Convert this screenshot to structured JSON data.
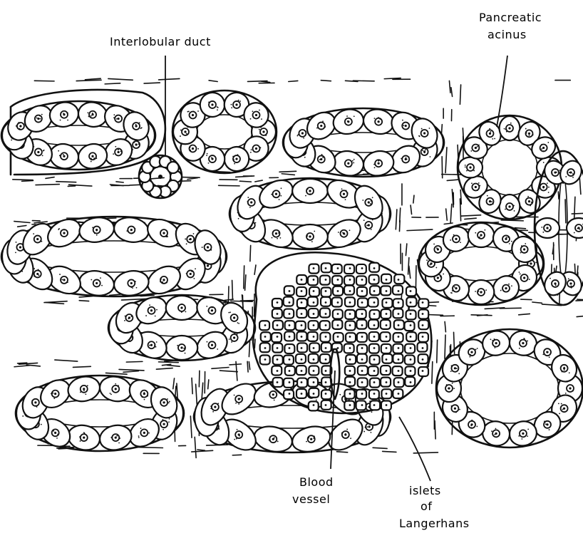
{
  "labels": {
    "interlobular_duct": "Interlobular duct",
    "pancreatic_acinus_1": "Pancreatic",
    "pancreatic_acinus_2": "acinus",
    "blood_vessel_1": "Blood",
    "blood_vessel_2": "vessel",
    "islets_1": "islets",
    "islets_2": "of",
    "islets_3": "Langerhans"
  },
  "colors": {
    "ink": "#111111",
    "background": "#ffffff"
  }
}
